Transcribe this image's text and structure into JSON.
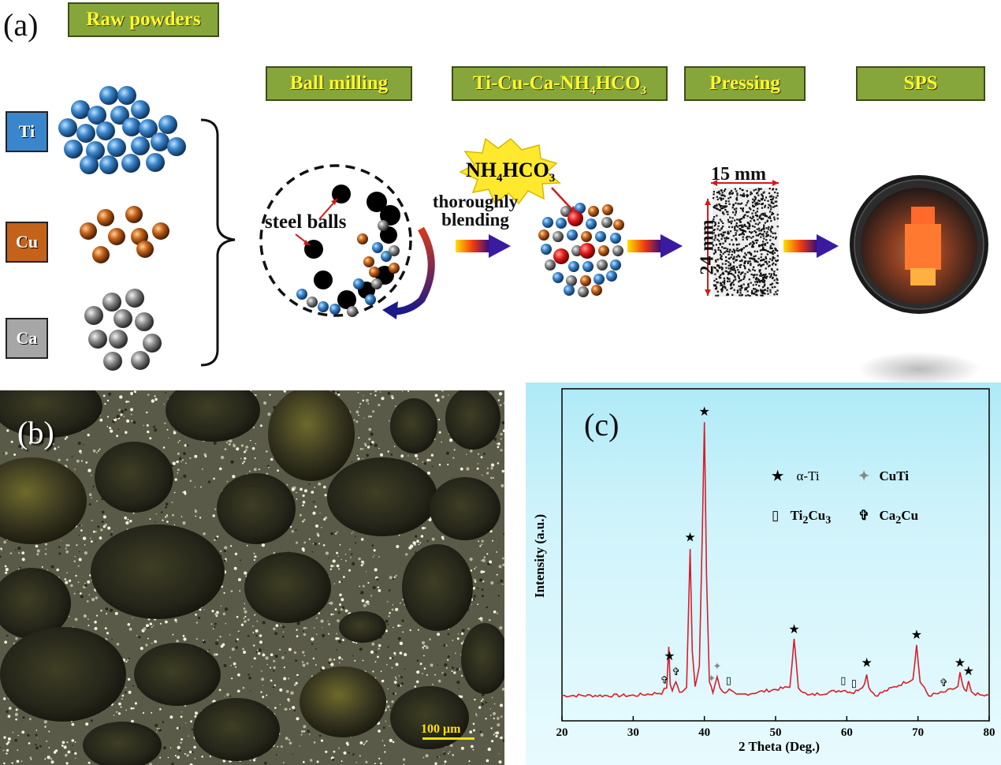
{
  "panel_a": {
    "letter": "(a)",
    "raw_powders": "Raw powders",
    "steps": [
      "Ball milling",
      "Ti-Cu-Ca-NH",
      "4",
      "HCO",
      "3",
      "Pressing",
      "SPS"
    ],
    "elements": [
      {
        "label": "Ti",
        "color": "#3a86cc"
      },
      {
        "label": "Cu",
        "color": "#c4621a"
      },
      {
        "label": "Ca",
        "color": "#9a9a9a"
      }
    ],
    "steel_balls_label": "steel balls",
    "nh4hco3_main": "NH",
    "nh4hco3_sub1": "4",
    "nh4hco3_mid": "HCO",
    "nh4hco3_sub2": "3",
    "blending_line1": "thoroughly",
    "blending_line2": "blending",
    "width_label": "15 mm",
    "height_label": "24 mm"
  },
  "panel_b": {
    "letter": "(b)",
    "scale_bar": "100 μm"
  },
  "panel_c": {
    "letter": "(c)",
    "legend": [
      {
        "symbol": "★",
        "label": "α-Ti"
      },
      {
        "symbol": "✦",
        "label": "CuTi"
      },
      {
        "symbol": "▯",
        "label": "Ti2Cu3"
      },
      {
        "symbol": "✞",
        "label": "Ca2Cu"
      }
    ]
  },
  "chart_data": {
    "type": "line",
    "xlabel": "2 Theta (Deg.)",
    "ylabel": "Intensity  (a.u.)",
    "xlim": [
      20,
      80
    ],
    "xticks": [
      "20",
      "30",
      "40",
      "50",
      "60",
      "70",
      "80"
    ],
    "line_color": "#d81e2a",
    "series": [
      {
        "x": [
          20,
          30,
          34.0,
          34.7,
          35.0,
          35.2,
          35.5,
          36.0,
          36.5,
          37.5,
          38.0,
          38.3,
          38.7,
          39.3,
          39.7,
          40.0,
          40.3,
          40.7,
          41.2,
          41.8,
          42.2,
          42.6,
          43.5,
          44.5,
          52.0,
          52.6,
          53.2,
          54.5,
          59.5,
          61.0,
          62.5,
          62.8,
          63.1,
          64.0,
          69.3,
          69.8,
          70.3,
          71.5,
          73.5,
          75.6,
          75.9,
          76.3,
          76.8,
          77.1,
          77.5,
          79.0,
          80
        ],
        "y": [
          0.02,
          0.02,
          0.03,
          0.05,
          0.19,
          0.06,
          0.04,
          0.07,
          0.03,
          0.05,
          0.55,
          0.18,
          0.05,
          0.12,
          0.6,
          1.0,
          0.45,
          0.07,
          0.03,
          0.09,
          0.05,
          0.03,
          0.04,
          0.02,
          0.05,
          0.22,
          0.05,
          0.02,
          0.04,
          0.03,
          0.06,
          0.1,
          0.05,
          0.02,
          0.08,
          0.2,
          0.07,
          0.02,
          0.03,
          0.05,
          0.1,
          0.05,
          0.03,
          0.07,
          0.03,
          0.02,
          0.02
        ]
      }
    ],
    "peak_markers": [
      {
        "x": 35.1,
        "symbol": "★"
      },
      {
        "x": 38.0,
        "symbol": "★"
      },
      {
        "x": 40.0,
        "symbol": "★"
      },
      {
        "x": 52.6,
        "symbol": "★"
      },
      {
        "x": 62.8,
        "symbol": "★"
      },
      {
        "x": 69.8,
        "symbol": "★"
      },
      {
        "x": 75.9,
        "symbol": "★"
      },
      {
        "x": 77.1,
        "symbol": "★"
      },
      {
        "x": 34.4,
        "symbol": "✞"
      },
      {
        "x": 36.0,
        "symbol": "✞"
      },
      {
        "x": 73.6,
        "symbol": "✞"
      },
      {
        "x": 41.0,
        "symbol": "✦"
      },
      {
        "x": 41.8,
        "symbol": "✦"
      },
      {
        "x": 43.4,
        "symbol": "▯"
      },
      {
        "x": 59.5,
        "symbol": "▯"
      },
      {
        "x": 61.0,
        "symbol": "▯"
      }
    ],
    "grid": false
  }
}
